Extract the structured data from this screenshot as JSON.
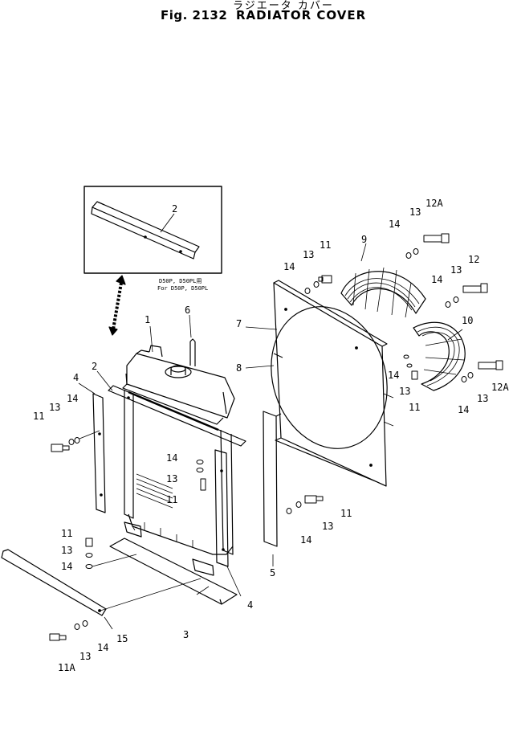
{
  "header": {
    "title_jp": "ラジエータ カバー",
    "fig_label": "Fig. 2132",
    "title": "RADIATOR COVER"
  },
  "inset": {
    "note_line1": "D50P, D50PL用",
    "note_line2": "For D50P, D50PL"
  },
  "callouts": {
    "c1": "1",
    "c2a": "2",
    "c2b": "2",
    "c3": "3",
    "c4a": "4",
    "c4b": "4",
    "c5": "5",
    "c6": "6",
    "c7": "7",
    "c8": "8",
    "c9": "9",
    "c10": "10",
    "c11a": "11",
    "c11b": "11",
    "c11c": "11",
    "c11d": "11",
    "c11e": "11",
    "c11f": "11",
    "c11Aa": "11A",
    "c12": "12",
    "c12Aa": "12A",
    "c12Ab": "12A",
    "c13a": "13",
    "c13b": "13",
    "c13c": "13",
    "c13d": "13",
    "c13e": "13",
    "c13f": "13",
    "c13g": "13",
    "c13h": "13",
    "c13i": "13",
    "c13j": "13",
    "c14a": "14",
    "c14b": "14",
    "c14c": "14",
    "c14d": "14",
    "c14e": "14",
    "c14f": "14",
    "c14g": "14",
    "c14h": "14",
    "c14i": "14",
    "c14j": "14",
    "c15": "15"
  }
}
